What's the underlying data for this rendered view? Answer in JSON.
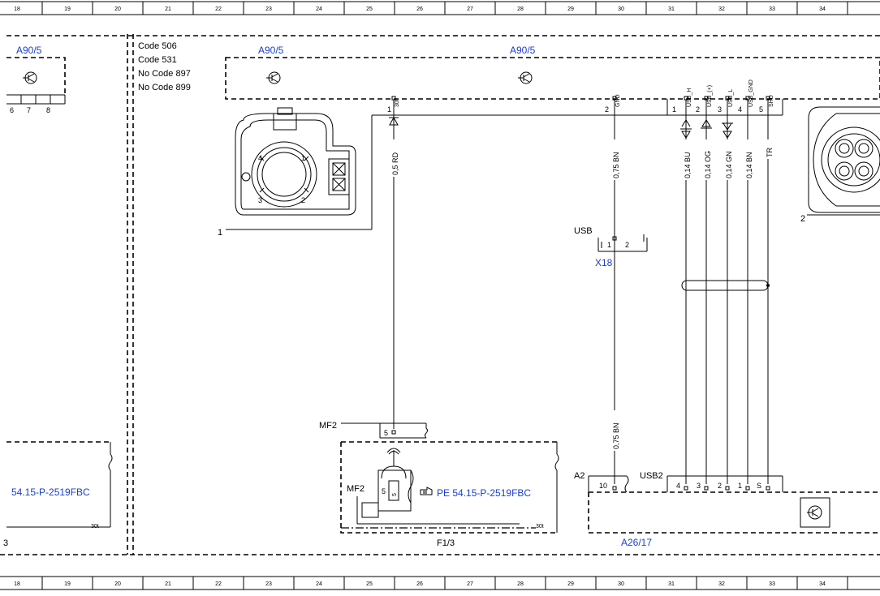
{
  "grid_numbers": [
    "18",
    "19",
    "20",
    "21",
    "22",
    "23",
    "24",
    "25",
    "26",
    "27",
    "28",
    "29",
    "30",
    "31",
    "32",
    "33",
    "34"
  ],
  "codes": [
    "Code 506",
    "Code 531",
    "No  Code 897",
    "No  Code 899"
  ],
  "components": {
    "a90_left": "A90/5",
    "a90_mid": "A90/5",
    "a90_right": "A90/5",
    "x18": "X18",
    "usb_label": "USB",
    "f13": "F1/3",
    "a2": "A2",
    "usb2": "USB2",
    "a2617": "A26/17",
    "mf2_top": "MF2",
    "mf2_inner": "MF2",
    "left_ref": "54.15-P-2519FBC",
    "mid_ref": "PE 54.15-P-2519FBC",
    "left_clip": "3",
    "num_1": "1",
    "num_2": "2"
  },
  "left_pins": [
    "6",
    "7",
    "8"
  ],
  "top_pins": [
    {
      "num": "1",
      "name": "30t"
    },
    {
      "num": "2",
      "name": "GND"
    },
    {
      "num": "1",
      "name": "USB_H"
    },
    {
      "num": "2",
      "name": "USB_(+)"
    },
    {
      "num": "3",
      "name": "USB_L"
    },
    {
      "num": "4",
      "name": "USB_GND"
    },
    {
      "num": "5",
      "name": "SHD"
    }
  ],
  "wires": [
    "0,5 RD",
    "0,75 BN",
    "0,75 BN",
    "0,14 BU",
    "0,14 OG",
    "0,14 GN",
    "0,14 BN",
    "TR"
  ],
  "x18_pins": [
    "1",
    "2"
  ],
  "connector_pins": [
    "4",
    "1",
    "3",
    "2"
  ],
  "mf2_pins": [
    "5",
    "5"
  ],
  "bottom_pins": [
    "10",
    "4",
    "3",
    "2",
    "1",
    "S"
  ],
  "terminal_30t": [
    "30t",
    "30t"
  ]
}
